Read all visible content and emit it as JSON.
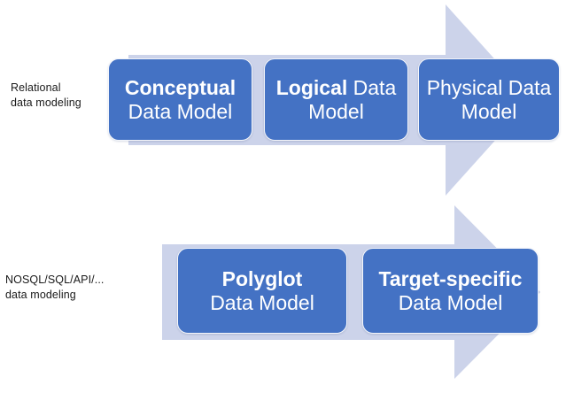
{
  "diagram": {
    "title": "Data modeling progression arrows",
    "colors": {
      "box_fill": "#4472C4",
      "arrow_fill": "#CCD3EA",
      "box_text": "#FFFFFF",
      "label_text": "#1A1A1A",
      "background": "#FFFFFF"
    },
    "rows": [
      {
        "id": "relational",
        "label": "Relational\ndata modeling",
        "arrow_name": "relational-flow-arrow",
        "boxes": [
          {
            "id": "conceptual",
            "emphasis": "Conceptual",
            "rest": "Data Model"
          },
          {
            "id": "logical",
            "emphasis": "Logical",
            "rest": " Data Model"
          },
          {
            "id": "physical",
            "emphasis": "",
            "rest": "Physical Data Model"
          }
        ]
      },
      {
        "id": "nosql",
        "label": "NOSQL/SQL/API/...\ndata modeling",
        "arrow_name": "nosql-flow-arrow",
        "boxes": [
          {
            "id": "polyglot",
            "emphasis": "Polyglot",
            "rest": "Data Model"
          },
          {
            "id": "target",
            "emphasis": "Target-specific",
            "rest": "Data Model"
          }
        ]
      }
    ]
  }
}
